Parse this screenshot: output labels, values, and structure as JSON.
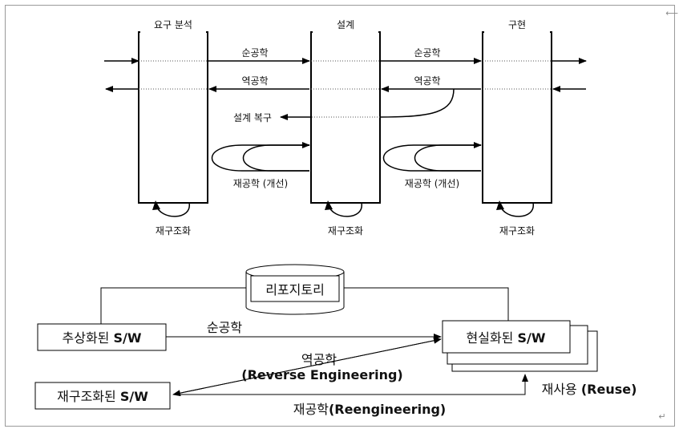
{
  "top": {
    "phases": [
      "요구 분석",
      "설계",
      "구현"
    ],
    "forward": "순공학",
    "reverse": "역공학",
    "design_recovery": "설계 복구",
    "reengineering_improve": "재공학 (개선)",
    "restructuring": "재구조화"
  },
  "bottom": {
    "repository": "리포지토리",
    "abstract_sw_prefix": "추상화된 ",
    "abstract_sw_suffix": "S/W",
    "concrete_sw_prefix": "현실화된 ",
    "concrete_sw_suffix": "S/W",
    "restructured_sw_prefix": "재구조화된 ",
    "restructured_sw_suffix": "S/W",
    "forward": "순공학",
    "reverse": "역공학",
    "reverse_en": "(Reverse Engineering)",
    "reuse_prefix": "재사용 ",
    "reuse_en": "(Reuse)",
    "reeng_prefix": "재공학",
    "reeng_en": "(Reengineering)"
  },
  "marks": {
    "corner_right": "⟵",
    "return_mark": "↵"
  }
}
